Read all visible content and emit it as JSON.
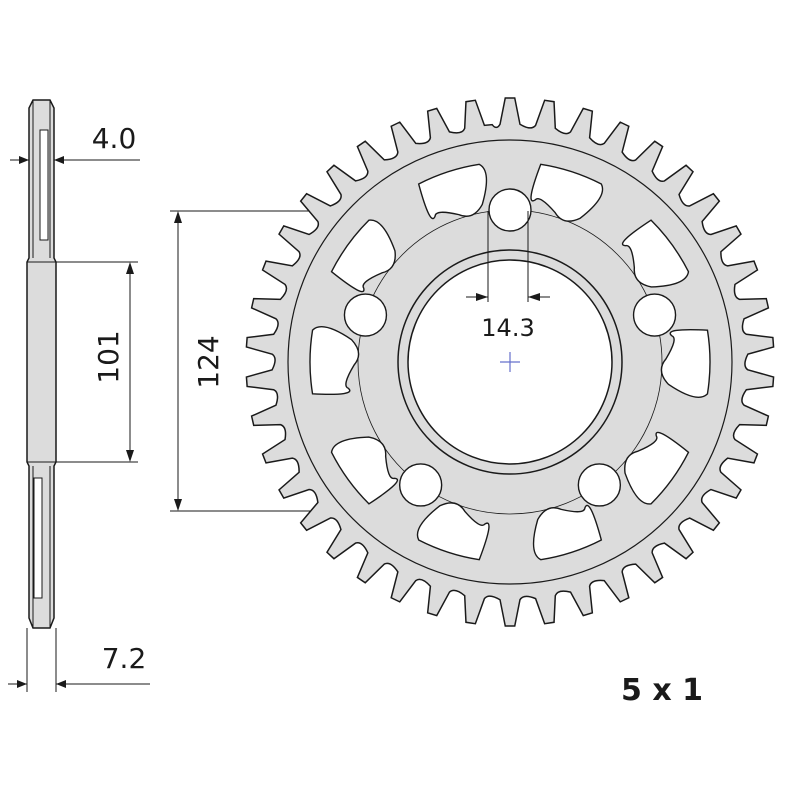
{
  "dimensions": {
    "thickness_top": "4.0",
    "thickness_bottom": "7.2",
    "inner_diameter": "101",
    "bolt_circle": "124",
    "bolt_hole": "14.3"
  },
  "bolt_pattern": "5 x 1",
  "colors": {
    "sprocket_fill": "#dcdcdc",
    "outline": "#1a1a1a",
    "center_mark": "#6670cc",
    "background": "#ffffff"
  },
  "sprocket": {
    "teeth": 42,
    "bolt_holes": 5,
    "lightening_slots": 10
  }
}
